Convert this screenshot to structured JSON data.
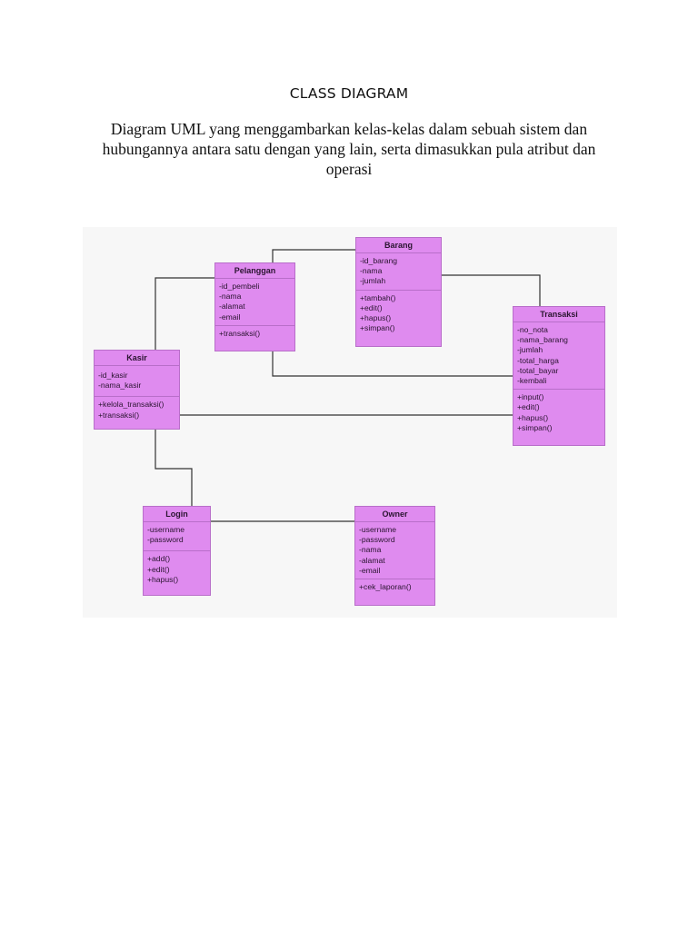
{
  "title": "CLASS DIAGRAM",
  "description": "Diagram UML yang menggambarkan kelas-kelas dalam sebuah sistem dan hubungannya antara satu dengan yang lain, serta dimasukkan pula atribut dan operasi",
  "classes": {
    "barang": {
      "name": "Barang",
      "attributes": [
        "-id_barang",
        "-nama",
        "-jumlah"
      ],
      "operations": [
        "+tambah()",
        "+edit()",
        "+hapus()",
        "+simpan()"
      ]
    },
    "pelanggan": {
      "name": "Pelanggan",
      "attributes": [
        "-id_pembeli",
        "-nama",
        "-alamat",
        "-email"
      ],
      "operations": [
        "+transaksi()"
      ]
    },
    "transaksi": {
      "name": "Transaksi",
      "attributes": [
        "-no_nota",
        "-nama_barang",
        "-jumlah",
        "-total_harga",
        "-total_bayar",
        "-kembali"
      ],
      "operations": [
        "+input()",
        "+edit()",
        "+hapus()",
        "+simpan()"
      ]
    },
    "kasir": {
      "name": "Kasir",
      "attributes": [
        "-id_kasir",
        "-nama_kasir"
      ],
      "operations": [
        "+kelola_transaksi()",
        "+transaksi()"
      ]
    },
    "login": {
      "name": "Login",
      "attributes": [
        "-username",
        "-password"
      ],
      "operations": [
        "+add()",
        "+edit()",
        "+hapus()"
      ]
    },
    "owner": {
      "name": "Owner",
      "attributes": [
        "-username",
        "-password",
        "-nama",
        "-alamat",
        "-email"
      ],
      "operations": [
        "+cek_laporan()"
      ]
    }
  },
  "colors": {
    "class_fill": "#df8bef",
    "class_border": "#b86ec9",
    "connector": "#333333"
  }
}
